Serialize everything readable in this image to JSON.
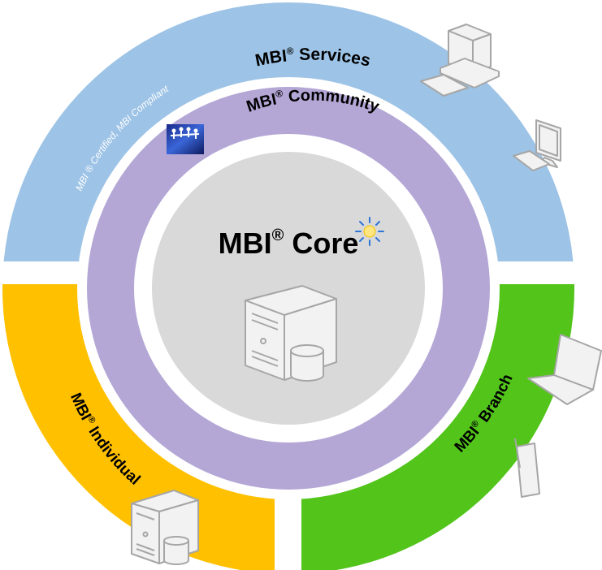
{
  "services": {
    "label": "MBI",
    "reg": "®",
    "rest": " Services",
    "color": "#9dc3e6"
  },
  "certified": {
    "text": "MBI ® Certified, MBI Compliant"
  },
  "community": {
    "label": "MBI",
    "reg": "®",
    "rest": " Community",
    "color": "#b4a7d6"
  },
  "core": {
    "label": "MBI",
    "reg": "®",
    "rest": " Core",
    "color": "#d9d9d9"
  },
  "individual": {
    "label": "MBI",
    "reg": "®",
    "rest": " Individual",
    "color": "#ffc000"
  },
  "branch": {
    "label": "MBI",
    "reg": "®",
    "rest": " Branch",
    "color": "#52c41a"
  },
  "icons": [
    "desktop-computer-icon",
    "monitor-icon",
    "server-icon",
    "people-chain-icon",
    "starburst-icon",
    "laptop-icon",
    "tablet-icon",
    "small-server-icon"
  ]
}
